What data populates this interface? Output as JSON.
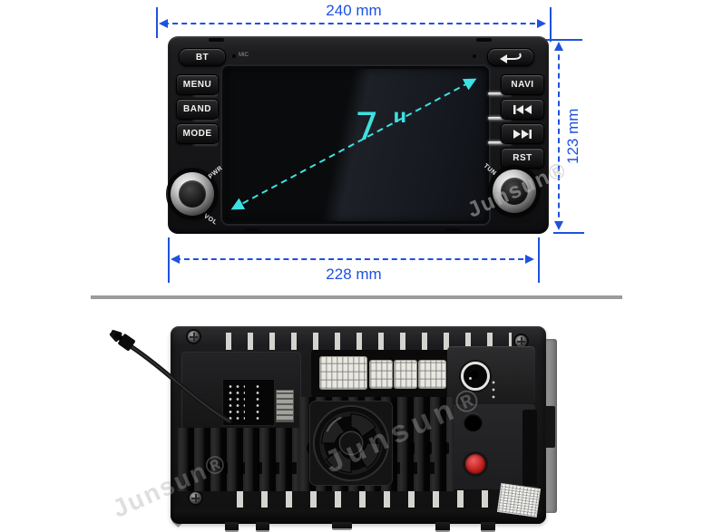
{
  "annotations": {
    "top_width": "240 mm",
    "bottom_width": "228 mm",
    "side_height": "123 mm",
    "screen_diagonal": "7 \"",
    "dimension_color": "#1e52e0",
    "diagonal_arrow_color": "#3ee1e1"
  },
  "front_panel": {
    "top_row": {
      "bt_button": "BT",
      "mic_label": "MIC"
    },
    "left_buttons": {
      "menu": "MENU",
      "band": "BAND",
      "mode": "MODE"
    },
    "right_buttons": {
      "navi": "NAVI",
      "rst": "RST"
    },
    "volume_knob": {
      "top_label": "PWR",
      "bottom_label": "VOL"
    },
    "tune_knob": {
      "label": "TUN"
    },
    "icons": {
      "back_button": "back-arrow-icon",
      "previous_button": "previous-track-icon",
      "next_button": "next-track-icon"
    }
  },
  "rear_panel": {
    "components": [
      "top-vent-slots",
      "corner-screws",
      "power-harness-connector",
      "media-harness-connectors",
      "radio-antenna-socket",
      "pin-header-block",
      "cooling-fan",
      "heatsink-fins",
      "antenna-wire-lead",
      "aux-socket",
      "rca-connector-red",
      "bottom-vent-slots",
      "barcode-sticker",
      "mounting-bracket"
    ]
  },
  "watermark": {
    "text": "Junsun®"
  },
  "colors": {
    "divider": "#9b9b9b",
    "body_black": "#1a1a1c",
    "connector_white": "#e8e7e2",
    "rca_red": "#c22020"
  }
}
